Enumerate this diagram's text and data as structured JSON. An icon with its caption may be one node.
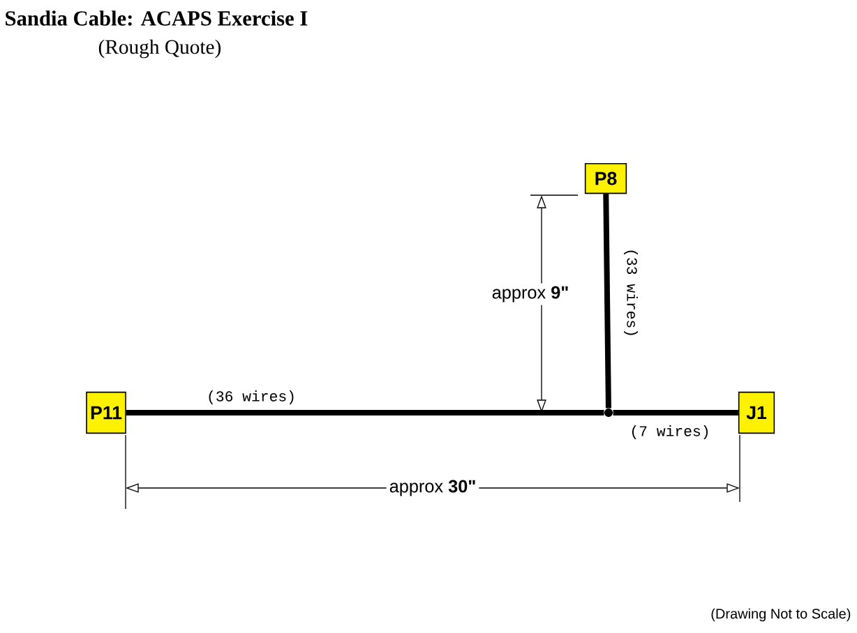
{
  "diagram": {
    "title": "Sandia Cable: ACAPS Exercise I",
    "nodes": [
      {
        "text": [
          "P11"
        ]
      },
      {
        "text": [
          "P8"
        ]
      },
      {
        "text": [
          "J1"
        ]
      },
      {
        "text": [],
        "shape": "point"
      }
    ],
    "edges": [
      {
        "from": 0,
        "to": 3,
        "arrow": "none",
        "label": "(36 wires)"
      },
      {
        "from": 3,
        "to": 1,
        "arrow": "none",
        "label": "(33 wires)"
      },
      {
        "from": 3,
        "to": 2,
        "arrow": "none",
        "label": "(7 wires)"
      }
    ],
    "labels": [
      "(Rough Quote)",
      "approx **9\"**",
      "approx **30\"**",
      "(Drawing Not to Scale)"
    ]
  }
}
